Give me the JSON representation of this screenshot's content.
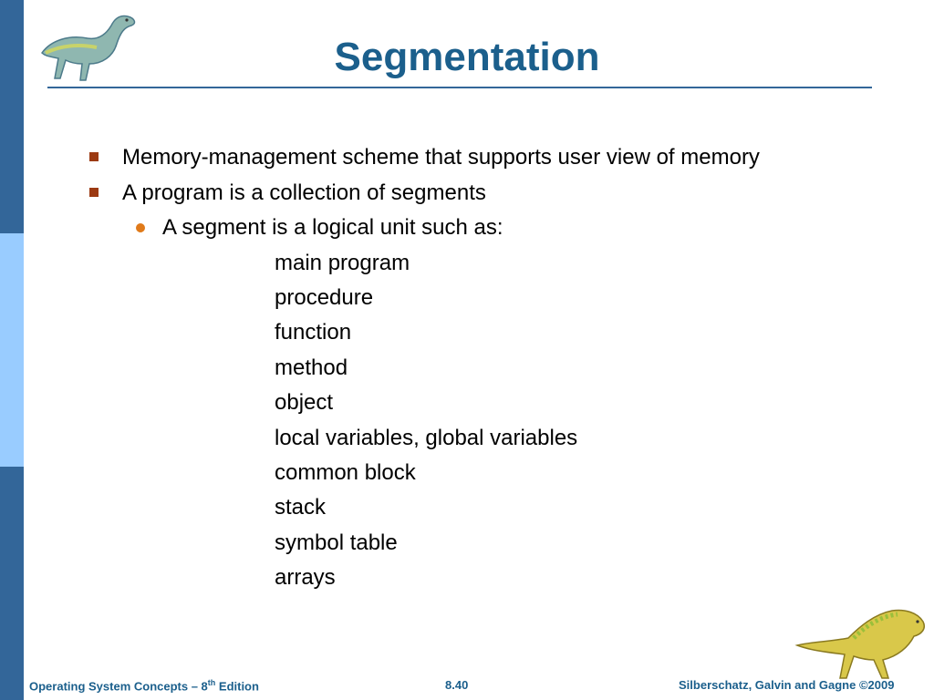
{
  "slide": {
    "title": "Segmentation",
    "bullets": [
      "Memory-management scheme that supports user view of memory",
      "A program is a collection of segments"
    ],
    "sub_bullet": "A segment is a logical unit such as:",
    "units": [
      "main program",
      "procedure",
      "function",
      "method",
      "object",
      "local variables, global variables",
      "common block",
      "stack",
      "symbol table",
      "arrays"
    ]
  },
  "footer": {
    "left_prefix": "Operating System Concepts – 8",
    "left_sup": "th",
    "left_suffix": " Edition",
    "page_number": "8.40",
    "right": "Silberschatz, Galvin and Gagne ©2009"
  },
  "colors": {
    "accent": "#336699",
    "title": "#1b5f8c",
    "bullet_square": "#9c3a12",
    "bullet_dot": "#e07a1a"
  }
}
